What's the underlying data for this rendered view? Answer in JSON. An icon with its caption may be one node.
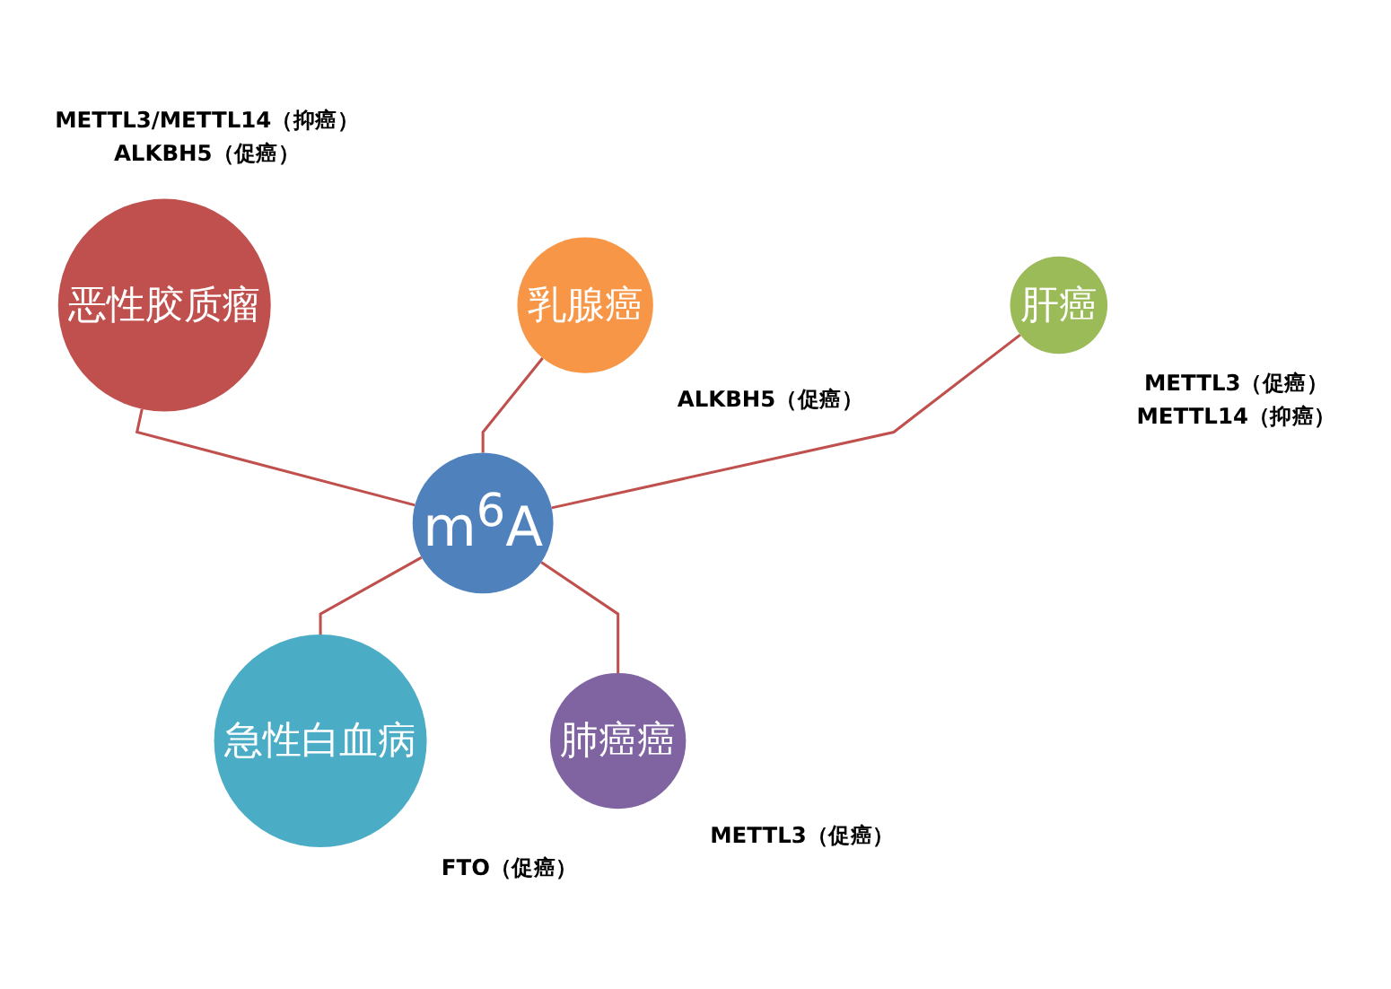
{
  "diagram": {
    "nodes": [
      {
        "text": [
          "恶性胶质瘤"
        ],
        "beside": [
          "METTL3/METTL14（抑癌）",
          "ALKBH5（促癌）"
        ]
      },
      {
        "text": [
          "乳腺癌"
        ],
        "beside": [
          "ALKBH5（促癌）"
        ]
      },
      {
        "text": [
          "肝癌"
        ],
        "beside": [
          "METTL3（促癌）",
          "METTL14（抑癌）"
        ]
      },
      {
        "text": [
          "m$^{6}$A"
        ]
      },
      {
        "text": [
          "急性白血病"
        ],
        "beside": [
          "FTO（促癌）"
        ]
      },
      {
        "text": [
          "肺癌癌"
        ],
        "beside": [
          "METTL3（促癌）"
        ]
      }
    ],
    "edges": [
      {
        "from": 0,
        "to": 3,
        "arrow": "none"
      },
      {
        "from": 1,
        "to": 3,
        "arrow": "none"
      },
      {
        "from": 2,
        "to": 3,
        "arrow": "none"
      },
      {
        "from": 3,
        "to": 4,
        "arrow": "none"
      },
      {
        "from": 3,
        "to": 5,
        "arrow": "none"
      }
    ]
  }
}
